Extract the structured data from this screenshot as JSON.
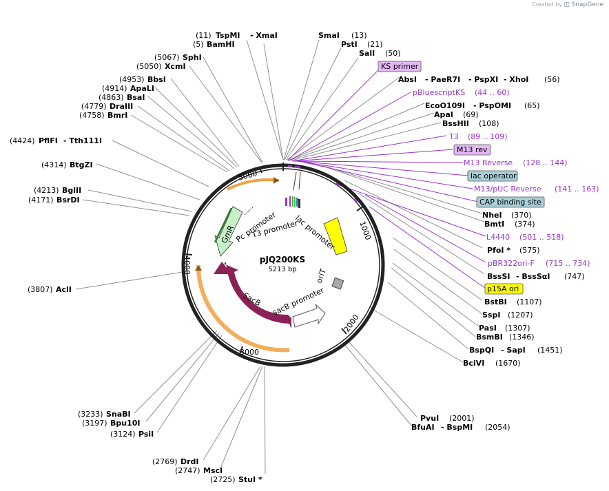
{
  "credit": {
    "prefix": "Created by",
    "brand": "SnapGene"
  },
  "plasmid": {
    "name": "pJQ200KS",
    "size": "5213 bp"
  },
  "ticks": [
    "1000",
    "2000",
    "3000",
    "4000",
    "5000"
  ],
  "features": {
    "gmr": "GmR",
    "sacb": "SacB",
    "pc_promoter": "Pc promoter",
    "t3_promoter": "T3 promoter",
    "lac_promoter": "lac promoter",
    "orit": "oriT",
    "sacb_promoter": "sacB promoter"
  },
  "labels": {
    "tspmi_pos": "(11)",
    "tspmi": "TspMI",
    "xmai": "- XmaI",
    "bamhi_pos": "(5)",
    "bamhi": "BamHI",
    "smai": "SmaI",
    "smai_pos": "(13)",
    "psti": "PstI",
    "psti_pos": "(21)",
    "sali": "SalI",
    "sali_pos": "(50)",
    "ks_primer": "KS primer",
    "absi": "AbsI",
    "paer7i": "- PaeR7I",
    "pspxi": "- PspXI",
    "xhoi": "- XhoI",
    "absi_pos": "(56)",
    "pbluescriptks": "pBluescriptKS",
    "pbluescriptks_pos": "(44 .. 60)",
    "eco0109i": "EcoO109I",
    "pspomi": "- PspOMI",
    "eco0109i_pos": "(65)",
    "apai": "ApaI",
    "apai_pos": "(69)",
    "bsshii": "BssHII",
    "bsshii_pos": "(108)",
    "t3": "T3",
    "t3_pos": "(89 .. 109)",
    "m13rev": "M13 rev",
    "m13reverse": "M13 Reverse",
    "m13reverse_pos": "(128 .. 144)",
    "lac_operator": "lac operator",
    "m13puc": "M13/pUC Reverse",
    "m13puc_pos": "(141 .. 163)",
    "cap": "CAP binding site",
    "nhei": "NheI",
    "nhei_pos": "(370)",
    "bmti": "BmtI",
    "bmti_pos": "(374)",
    "l4440": "L4440",
    "l4440_pos": "(501 .. 518)",
    "pfoi": "PfoI *",
    "pfoi_pos": "(575)",
    "pbr322": "pBR322ori-F",
    "pbr322_pos": "(715 .. 734)",
    "bsssi": "BssSI",
    "bsssai": "- BssSαI",
    "bsssi_pos": "(747)",
    "p15a": "p15A ori",
    "bstbi": "BstBI",
    "bstbi_pos": "(1107)",
    "sspi": "SspI",
    "sspi_pos": "(1207)",
    "pasi": "PasI",
    "pasi_pos": "(1307)",
    "bsmgbi": "BsmBI",
    "bsmgbi_pos": "(1346)",
    "bspqi": "BspQI",
    "sapi": "- SapI",
    "bspqi_pos": "(1451)",
    "bcivi": "BciVI",
    "bcivi_pos": "(1670)",
    "pvui": "PvuI",
    "pvui_pos": "(2001)",
    "bfuai": "BfuAI",
    "bspmi": "- BspMI",
    "bfuai_pos": "(2054)",
    "stui": "StuI *",
    "stui_pos": "(2725)",
    "msci_pos": "(2747)",
    "msci": "MscI",
    "drdi_pos": "(2769)",
    "drdi": "DrdI",
    "psii_pos": "(3124)",
    "psii": "PsiI",
    "bpu10i_pos": "(3197)",
    "bpu10i": "Bpu10I",
    "snabi_pos": "(3233)",
    "snabi": "SnaBI",
    "acli_pos": "(3807)",
    "acli": "AclI",
    "bsrdi_pos": "(4171)",
    "bsrdi": "BsrDI",
    "bgliii_pos": "(4213)",
    "bgliii": "BglII",
    "btgzi_pos": "(4314)",
    "btgzi": "BtgZI",
    "pflfi_pos": "(4424)",
    "pflfi": "PflFI",
    "tth111i": "- Tth111I",
    "bmri_pos": "(4758)",
    "bmri": "BmrI",
    "draiii_pos": "(4779)",
    "draiii": "DraIII",
    "bsai_pos": "(4863)",
    "bsai": "BsaI",
    "apali_pos": "(4914)",
    "apali": "ApaLI",
    "bbsi_pos": "(4953)",
    "bbsi": "BbsI",
    "xcmi_pos": "(5050)",
    "xcmi": "XcmI",
    "sphi_pos": "(5067)",
    "sphi": "SphI"
  },
  "colors": {
    "backbone": "#222222",
    "sacb": "#8b2257",
    "gmr": "#c8f0c8",
    "p15a": "#ffff00",
    "primer": "#9933cc",
    "feature_box": "#a9cfd8",
    "ks_box": "#e3b8f5",
    "orange_arc": "#f0a040"
  }
}
